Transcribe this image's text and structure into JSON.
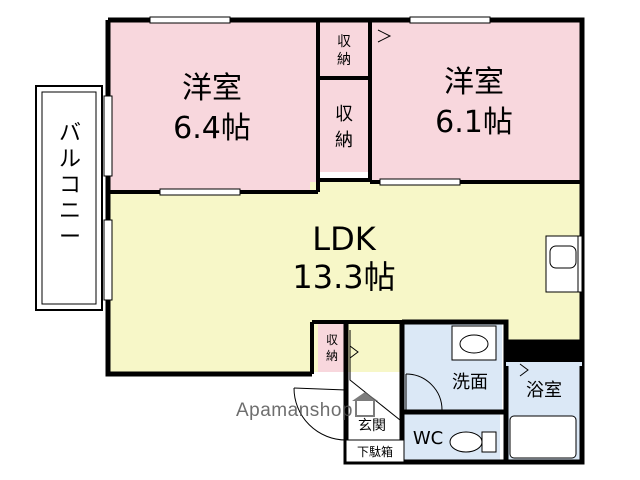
{
  "rooms": {
    "western_room_left": {
      "name": "洋室",
      "size": "6.4帖",
      "color": "#f8d7dd"
    },
    "western_room_right": {
      "name": "洋室",
      "size": "6.1帖",
      "color": "#f8d7dd"
    },
    "ldk": {
      "name": "LDK",
      "size": "13.3帖",
      "color": "#f7f7c8"
    },
    "balcony": {
      "name": "バルコニー"
    },
    "washroom": {
      "name": "洗面",
      "color": "#dbe8f6"
    },
    "bathroom": {
      "name": "浴室",
      "color": "#dbe8f6"
    },
    "toilet": {
      "name": "WC",
      "color": "#dbe8f6"
    },
    "entrance": {
      "name": "玄関"
    },
    "shoe_box": {
      "name": "下駄箱"
    }
  },
  "storage": {
    "top_small": "収\n納",
    "top_tall": "収\n納",
    "ldk_closet": "収\n納"
  },
  "watermark": "Apamanshop",
  "colors": {
    "wall": "#000000",
    "storage": "#f8d7dd",
    "wet": "#dbe8f6",
    "ldk": "#f7f7c8"
  }
}
